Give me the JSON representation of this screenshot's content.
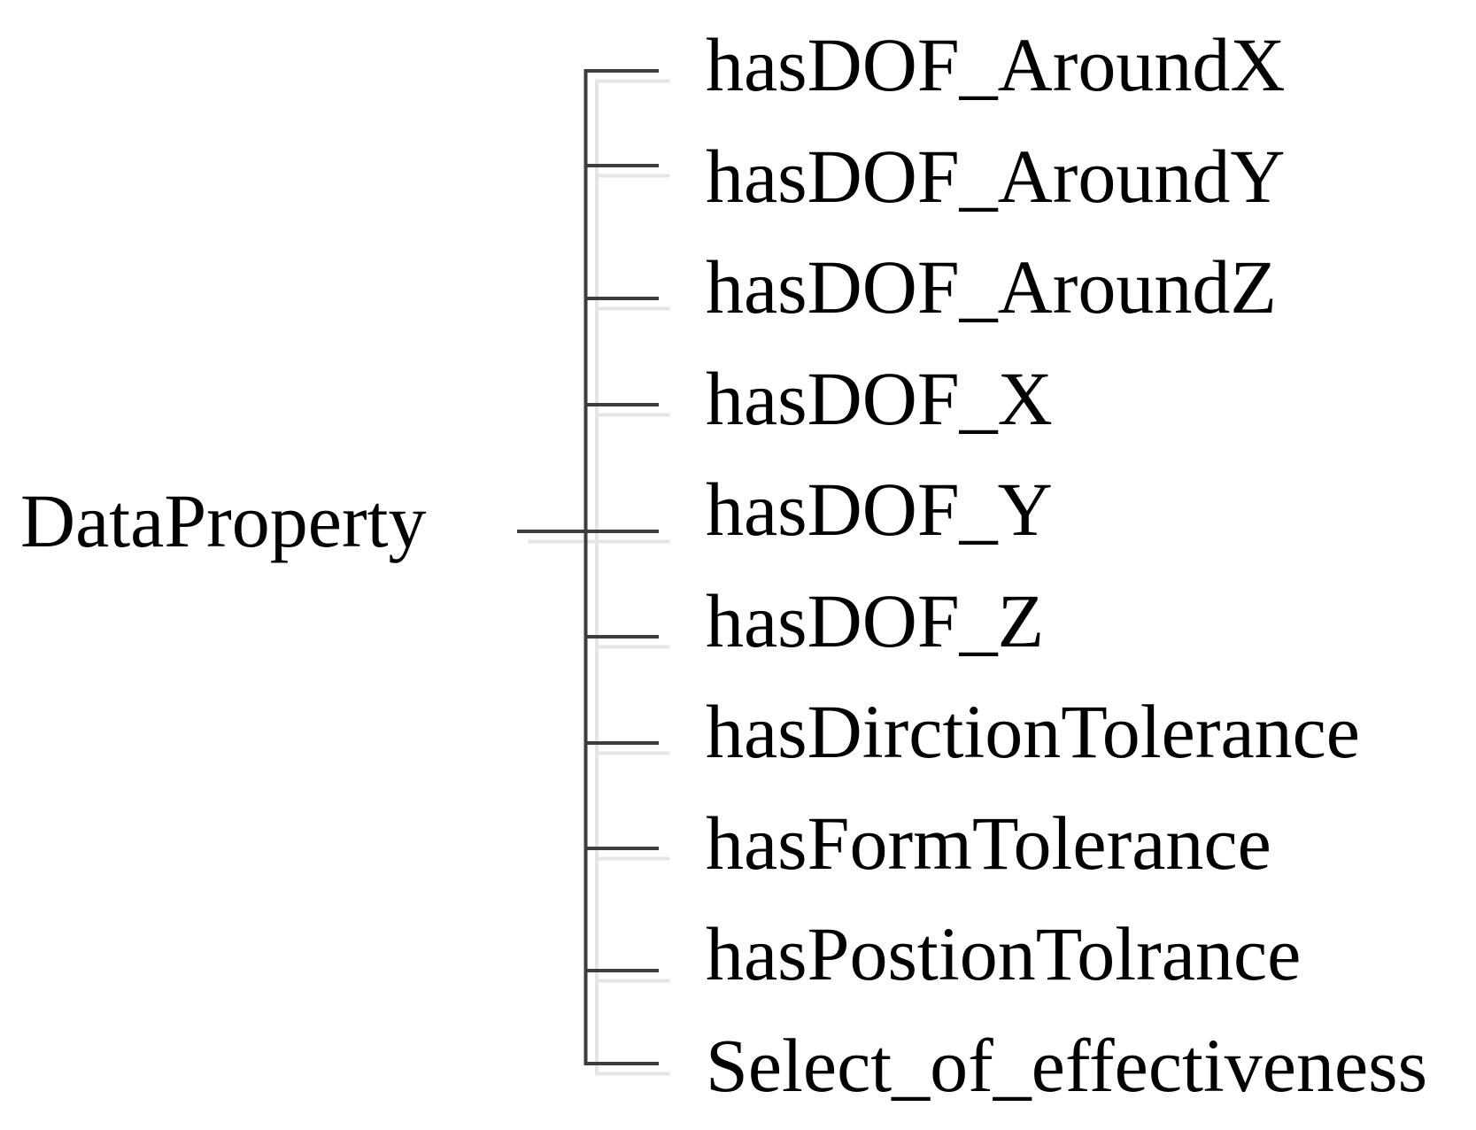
{
  "diagram": {
    "type": "ontology-property-tree",
    "root": {
      "label": "DataProperty"
    },
    "items": [
      {
        "label": "hasDOF_AroundX"
      },
      {
        "label": "hasDOF_AroundY"
      },
      {
        "label": "hasDOF_AroundZ"
      },
      {
        "label": "hasDOF_X"
      },
      {
        "label": "hasDOF_Y"
      },
      {
        "label": "hasDOF_Z"
      },
      {
        "label": "hasDirctionTolerance"
      },
      {
        "label": "hasFormTolerance"
      },
      {
        "label": "hasPostionTolrance"
      },
      {
        "label": "Select_of_effectiveness"
      }
    ],
    "colors": {
      "line_dark": "#3d3d3d",
      "line_light": "#e5e5e5",
      "text": "#000000",
      "background": "#ffffff"
    }
  }
}
